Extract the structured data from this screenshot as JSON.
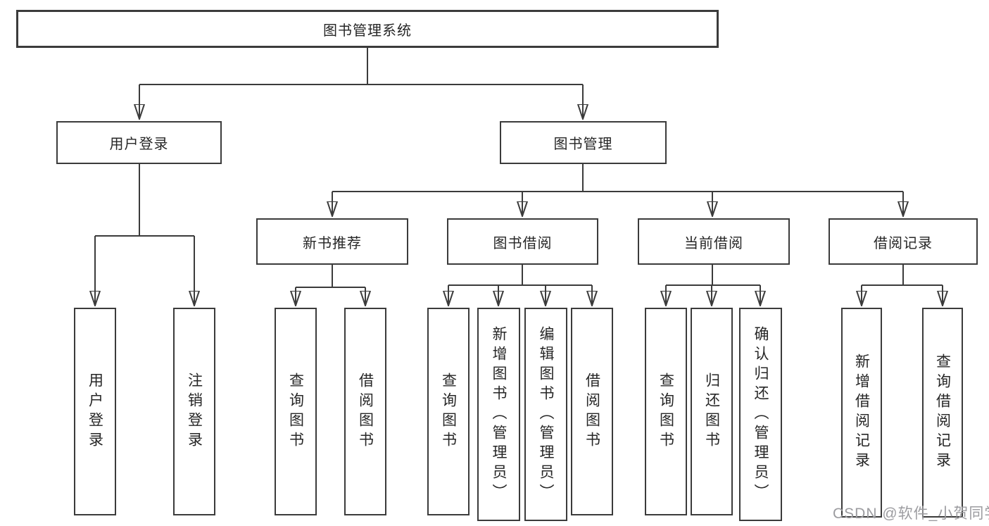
{
  "diagram": {
    "root": {
      "label": "图书管理系统",
      "children": [
        {
          "label": "用户登录",
          "children": [
            {
              "label": "用户登录"
            },
            {
              "label": "注销登录"
            }
          ]
        },
        {
          "label": "图书管理",
          "children": [
            {
              "label": "新书推荐",
              "children": [
                {
                  "label": "查询图书"
                },
                {
                  "label": "借阅图书"
                }
              ]
            },
            {
              "label": "图书借阅",
              "children": [
                {
                  "label": "查询图书"
                },
                {
                  "label": "新增图书（管理员）"
                },
                {
                  "label": "编辑图书（管理员）"
                },
                {
                  "label": "借阅图书"
                }
              ]
            },
            {
              "label": "当前借阅",
              "children": [
                {
                  "label": "查询图书"
                },
                {
                  "label": "归还图书"
                },
                {
                  "label": "确认归还（管理员）"
                }
              ]
            },
            {
              "label": "借阅记录",
              "children": [
                {
                  "label": "新增借阅记录"
                },
                {
                  "label": "查询借阅记录"
                }
              ]
            }
          ]
        }
      ]
    }
  },
  "watermark": {
    "text": "CSDN @软件_小贺同学"
  },
  "colors": {
    "line": "#3b3b3b",
    "box_border": "#3b3b3b",
    "text": "#262626",
    "watermark": "#9c9ca0",
    "background": "#ffffff"
  }
}
